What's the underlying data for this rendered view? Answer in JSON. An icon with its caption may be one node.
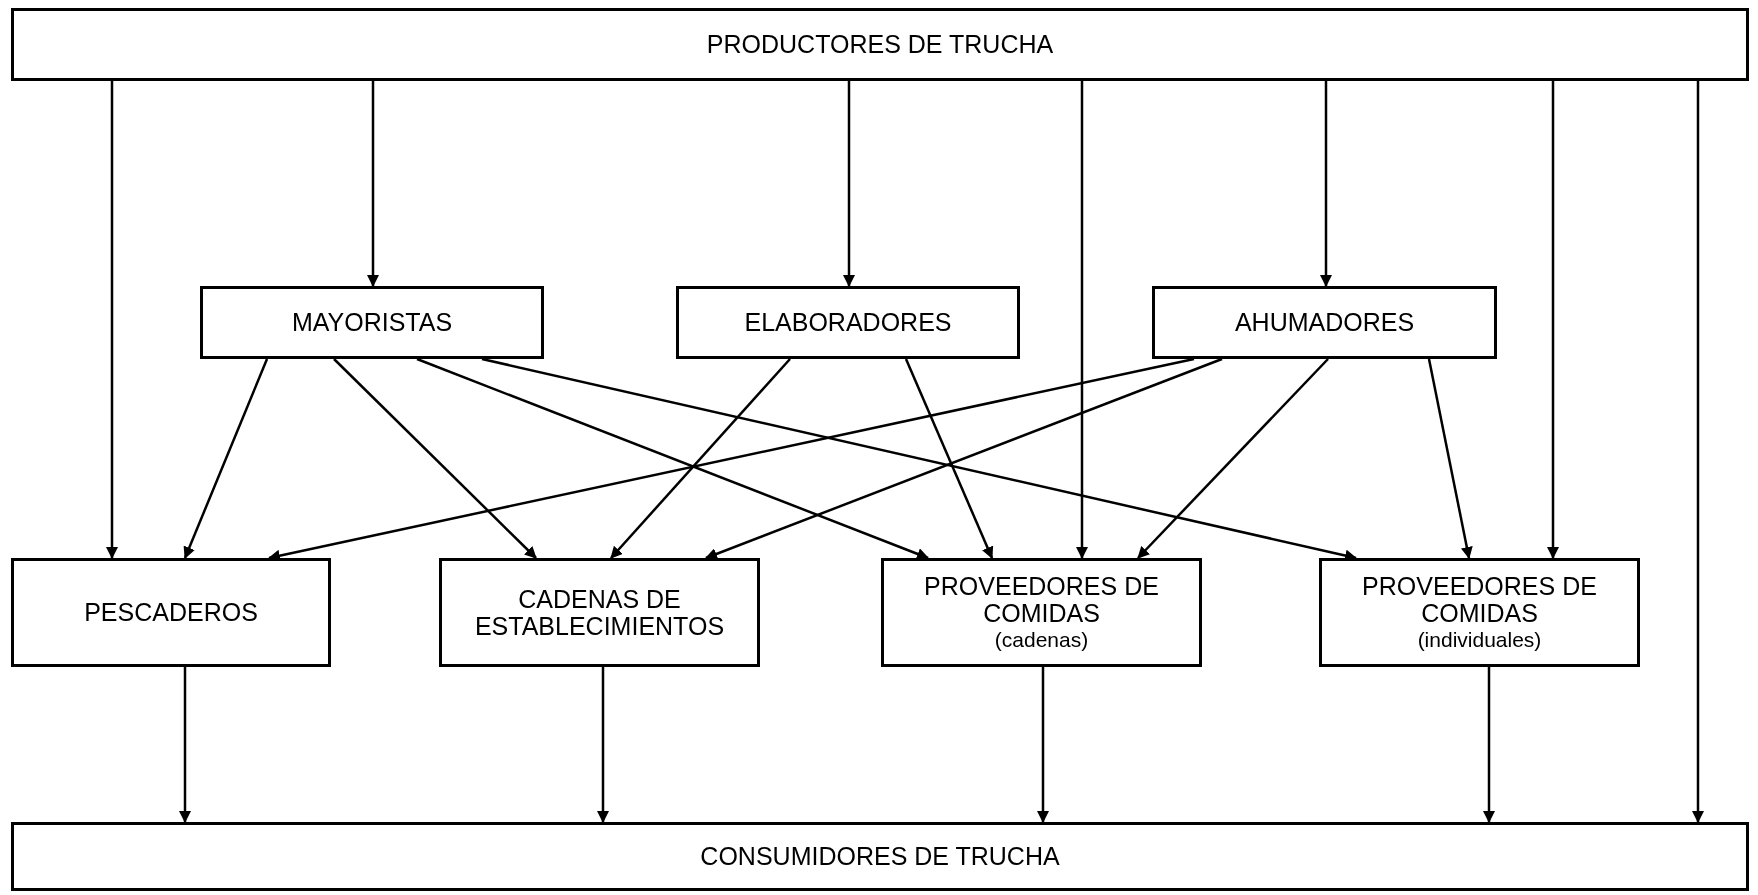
{
  "diagram": {
    "nodes": [
      {
        "text": [
          "PRODUCTORES DE TRUCHA"
        ]
      },
      {
        "text": [
          "MAYORISTAS"
        ]
      },
      {
        "text": [
          "ELABORADORES"
        ]
      },
      {
        "text": [
          "AHUMADORES"
        ]
      },
      {
        "text": [
          "PESCADEROS"
        ]
      },
      {
        "text": [
          "CADENAS DE ESTABLECIMIENTOS"
        ]
      },
      {
        "text": [
          "PROVEEDORES DE COMIDAS",
          "(cadenas)"
        ]
      },
      {
        "text": [
          "PROVEEDORES DE COMIDAS",
          "(individuales)"
        ]
      },
      {
        "text": [
          "CONSUMIDORES DE TRUCHA"
        ]
      }
    ],
    "edges": [
      {
        "from": 0,
        "to": 4,
        "arrow": "to"
      },
      {
        "from": 0,
        "to": 1,
        "arrow": "to"
      },
      {
        "from": 0,
        "to": 2,
        "arrow": "to"
      },
      {
        "from": 0,
        "to": 6,
        "arrow": "to"
      },
      {
        "from": 0,
        "to": 3,
        "arrow": "to"
      },
      {
        "from": 0,
        "to": 7,
        "arrow": "to"
      },
      {
        "from": 0,
        "to": 8,
        "arrow": "to"
      },
      {
        "from": 1,
        "to": 4,
        "arrow": "to"
      },
      {
        "from": 1,
        "to": 5,
        "arrow": "to"
      },
      {
        "from": 1,
        "to": 6,
        "arrow": "to"
      },
      {
        "from": 1,
        "to": 7,
        "arrow": "to"
      },
      {
        "from": 2,
        "to": 5,
        "arrow": "to"
      },
      {
        "from": 2,
        "to": 6,
        "arrow": "to"
      },
      {
        "from": 3,
        "to": 4,
        "arrow": "to"
      },
      {
        "from": 3,
        "to": 5,
        "arrow": "to"
      },
      {
        "from": 3,
        "to": 6,
        "arrow": "to"
      },
      {
        "from": 3,
        "to": 7,
        "arrow": "to"
      },
      {
        "from": 4,
        "to": 8,
        "arrow": "to"
      },
      {
        "from": 5,
        "to": 8,
        "arrow": "to"
      },
      {
        "from": 6,
        "to": 8,
        "arrow": "to"
      },
      {
        "from": 7,
        "to": 8,
        "arrow": "to"
      }
    ]
  }
}
